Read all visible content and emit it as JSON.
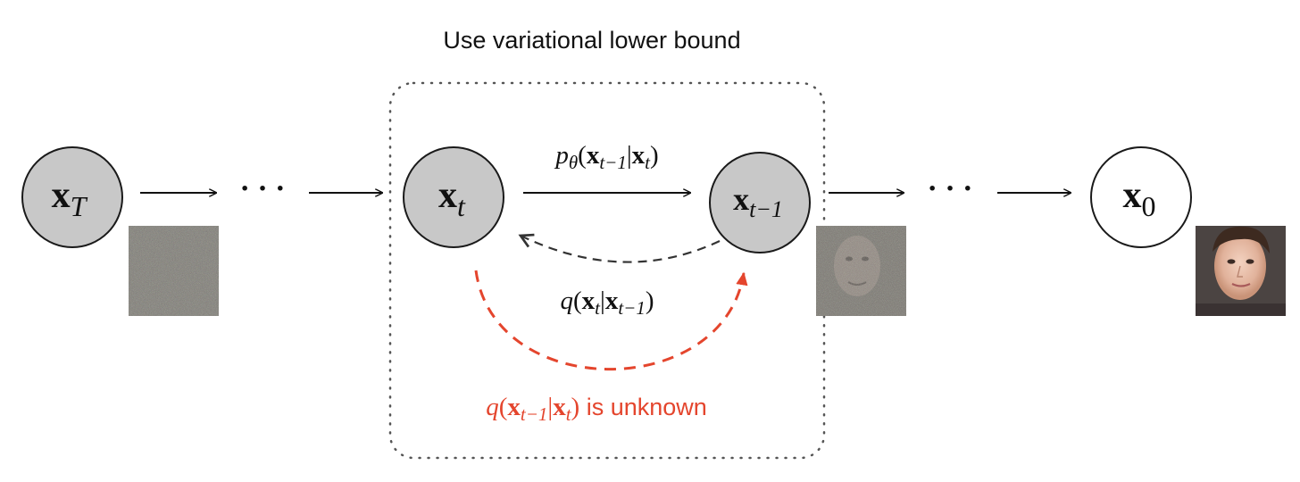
{
  "title": "Use variational lower bound",
  "ellipsis": "· · ·",
  "colors": {
    "node_fill": "#c8c8c8",
    "node_stroke": "#1a1a1a",
    "arrow": "#111111",
    "reverse_q": "#333333",
    "unknown": "#e4452d",
    "frame": "#555555"
  },
  "nodes": {
    "xT": {
      "base": "x",
      "sub": "T"
    },
    "xt": {
      "base": "x",
      "sub": "t"
    },
    "xt1": {
      "base": "x",
      "sub": "t−1"
    },
    "x0": {
      "base": "x",
      "sub": "0"
    }
  },
  "labels": {
    "p_theta": {
      "fn": "p",
      "fn_sub": "θ",
      "open": "(",
      "a": "x",
      "a_sub": "t−1",
      "bar": "|",
      "b": "x",
      "b_sub": "t",
      "close": ")"
    },
    "q_forward": {
      "fn": "q",
      "open": "(",
      "a": "x",
      "a_sub": "t",
      "bar": "|",
      "b": "x",
      "b_sub": "t−1",
      "close": ")"
    },
    "q_unknown": {
      "fn": "q",
      "open": "(",
      "a": "x",
      "a_sub": "t−1",
      "bar": "|",
      "b": "x",
      "b_sub": "t",
      "close": ")",
      "suffix": " is unknown"
    }
  },
  "images": {
    "noise_full": "pure-noise-image",
    "noise_partial": "noisy-face-image",
    "clean_face": "clean-face-image"
  }
}
